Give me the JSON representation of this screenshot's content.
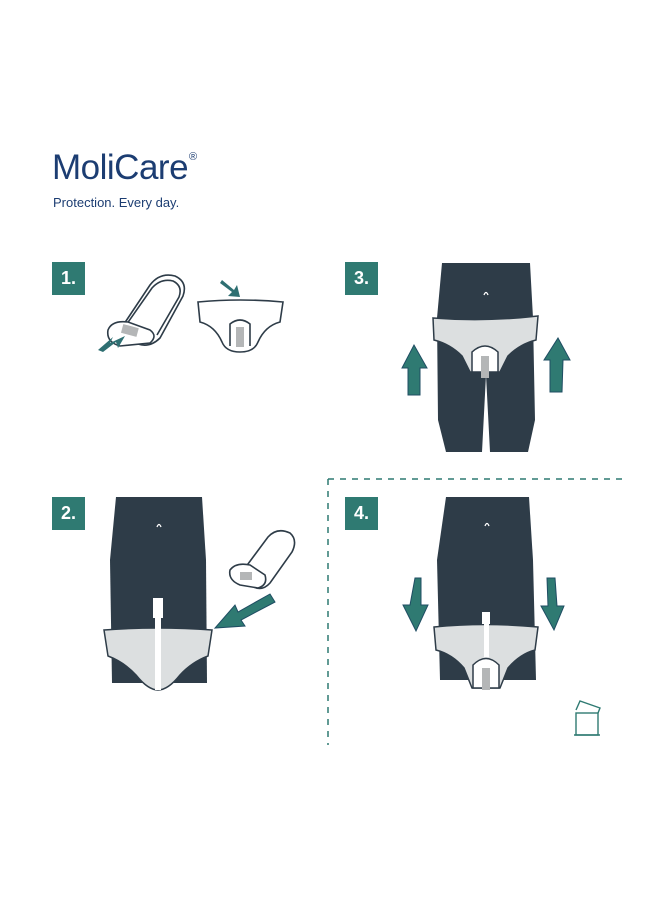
{
  "brand": {
    "name": "MoliCare",
    "registered": "®",
    "tagline": "Protection. Every day."
  },
  "steps": [
    {
      "label": "1."
    },
    {
      "label": "2."
    },
    {
      "label": "3."
    },
    {
      "label": "4."
    }
  ],
  "colors": {
    "brand": "#1c3d72",
    "accent": "#2f7a72",
    "body": "#2e3c48",
    "garment": "#dcdfe0",
    "pad_strip": "#b4b6b7"
  },
  "icons": [
    "arrow-icon",
    "trash-bin-icon"
  ]
}
